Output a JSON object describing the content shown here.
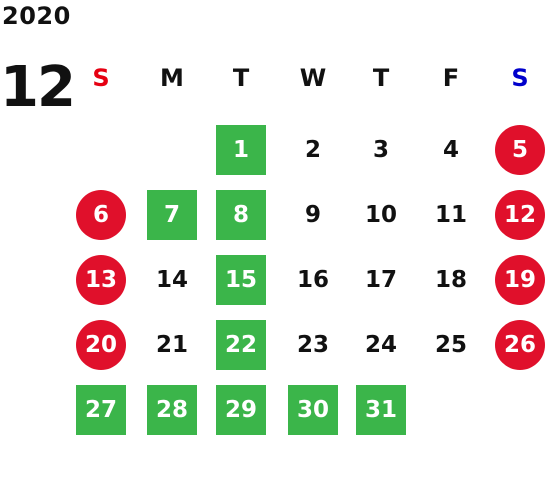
{
  "calendar": {
    "year": "2020",
    "month": "12",
    "weekdays": [
      "S",
      "M",
      "T",
      "W",
      "T",
      "F",
      "S"
    ],
    "colors": {
      "text": "#111111",
      "sunday_header": "#e60012",
      "saturday_header": "#0000cc",
      "weekend_circle": "#e0102b",
      "holiday_square": "#3bb54a"
    },
    "weeks": [
      [
        null,
        null,
        {
          "day": "1",
          "type": "holiday"
        },
        {
          "day": "2",
          "type": "normal"
        },
        {
          "day": "3",
          "type": "normal"
        },
        {
          "day": "4",
          "type": "normal"
        },
        {
          "day": "5",
          "type": "saturday"
        }
      ],
      [
        {
          "day": "6",
          "type": "sunday"
        },
        {
          "day": "7",
          "type": "holiday"
        },
        {
          "day": "8",
          "type": "holiday"
        },
        {
          "day": "9",
          "type": "normal"
        },
        {
          "day": "10",
          "type": "normal"
        },
        {
          "day": "11",
          "type": "normal"
        },
        {
          "day": "12",
          "type": "saturday"
        }
      ],
      [
        {
          "day": "13",
          "type": "sunday"
        },
        {
          "day": "14",
          "type": "normal"
        },
        {
          "day": "15",
          "type": "holiday"
        },
        {
          "day": "16",
          "type": "normal"
        },
        {
          "day": "17",
          "type": "normal"
        },
        {
          "day": "18",
          "type": "normal"
        },
        {
          "day": "19",
          "type": "saturday"
        }
      ],
      [
        {
          "day": "20",
          "type": "sunday"
        },
        {
          "day": "21",
          "type": "normal"
        },
        {
          "day": "22",
          "type": "holiday"
        },
        {
          "day": "23",
          "type": "normal"
        },
        {
          "day": "24",
          "type": "normal"
        },
        {
          "day": "25",
          "type": "normal"
        },
        {
          "day": "26",
          "type": "saturday"
        }
      ],
      [
        {
          "day": "27",
          "type": "holiday"
        },
        {
          "day": "28",
          "type": "holiday"
        },
        {
          "day": "29",
          "type": "holiday"
        },
        {
          "day": "30",
          "type": "holiday"
        },
        {
          "day": "31",
          "type": "holiday"
        },
        null,
        null
      ]
    ]
  }
}
